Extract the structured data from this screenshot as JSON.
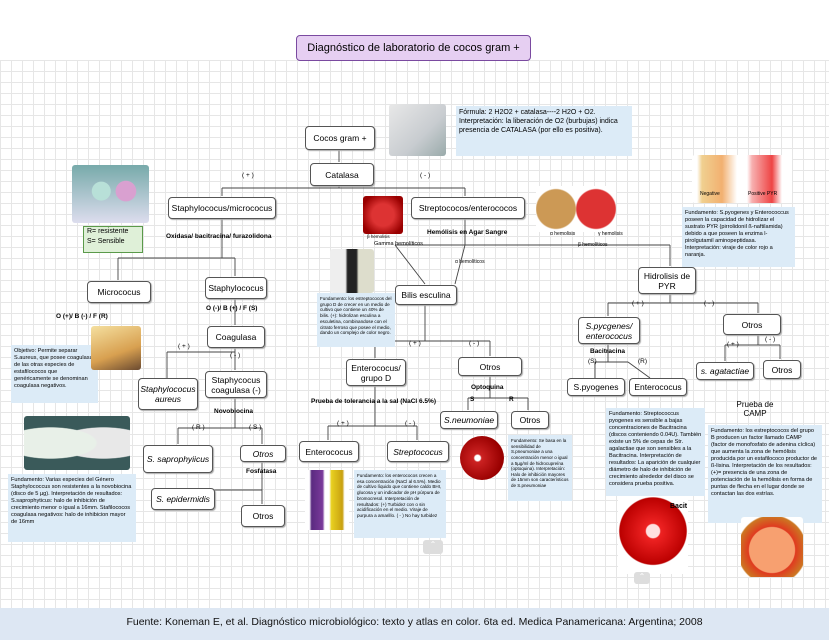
{
  "title": "Diagnóstico de laboratorio de cocos gram +",
  "nodes": {
    "cocos": "Cocos gram +",
    "catalasa": "Catalasa",
    "staph_micro": "Staphylococus/micrococus",
    "strepto_entero": "Streptococos/enterococos",
    "micrococus": "Micrococus",
    "staphylococus": "Staphylococus",
    "coagulasa": "Coagulasa",
    "staph_aureus": "Staphylococus aureus",
    "staph_coag_neg": "Staphycocus coagulasa (-)",
    "s_saprophyticus": "S. saprophyiicus",
    "otros_nov": "Otros",
    "s_epidermidis": "S. epidermidis",
    "otros_fosf": "Otros",
    "bilis_esculina": "Bilis esculina",
    "enterococus_grupo_d": "Enterococus/ grupo D",
    "otros_bilis": "Otros",
    "enterococus": "Enterococus",
    "streptococus": "Streptococus",
    "s_neumoniae": "S.neumoniae",
    "otros_opto": "Otros",
    "hidrolisis_pyr": "Hidrolisis de PYR",
    "s_pyogenes_ent": "S.pycgenes/ enterococus",
    "otros_pyr": "Otros",
    "s_pyogenes": "S.pyogenes",
    "enterococcus_bac": "Enterococus",
    "s_agalactiae": "s. agatactiae",
    "otros_camp": "Otros"
  },
  "labels": {
    "plus1": "( + )",
    "minus1": "( - )",
    "oxidasa": "Oxidasa/ bacitracina/ furazolidona",
    "hemolisis": "Hemólisis en Agar Sangre",
    "gamma": "Gamma hemolíticos",
    "alfa": "α hemolíticos",
    "beta": "β hemolíticos",
    "o_micro": "O (+)/ B (-) / F (R)",
    "o_staph": "O (-)/ B (+) / F (S)",
    "coag_plus": "( + )",
    "coag_minus": "( - )",
    "novobiocina": "Novobiocina",
    "nov_r": "( R )",
    "nov_s": "( S )",
    "fosfatasa": "Fosfatasa",
    "bilis_plus": "( + )",
    "bilis_minus": "( - )",
    "nacl": "Prueba de tolerancia a la sal (NaCl 6.5%)",
    "nacl_plus": "( + )",
    "nacl_minus": "( - )",
    "optoquina": "Optoquina",
    "opto_s": "S",
    "opto_r": "R",
    "pyr_plus": "( + )",
    "pyr_minus": "( - )",
    "bacitracina": "Bacitracina",
    "bac_s": "(S)",
    "bac_r": "(R)",
    "camp_plus": "( + )",
    "camp_minus": "( - )",
    "prueba_camp": "Prueba de CAMP",
    "resistente": "R= resistente",
    "sensible": "S= Sensible",
    "negative": "Negative",
    "positive_pyr": "Positive PYR",
    "alpha_hemolisis": "α hemolisis",
    "gamma_hemolisis": "γ hemolisis",
    "beta_hemolisis": "β hemolisis",
    "bacitr": "Bacit"
  },
  "notes": {
    "formula": "Fórmula: 2 H2O2 + catalasa----2 H2O + O2.",
    "interpretacion": "Interpretación: la liberación de O2 (burbujas) indica presencia de CATALASA (por ello es positiva).",
    "objetivo": "Objetivo: Permite separar S.aureus, que posee coagulasa, de las otras especies de estafilococos que genéricamente se denominan coagulasa negativos.",
    "fundamento_nov": "Fundamento: Varias especies del Género Staphylococcus son resistentes a la novobiocina (disco de 5 µg). Interpretación de resultados: S.saprophyticus: halo de inhibición de crecimiento menor o igual a 16mm. Stafilococos coagulasa negativos: halo de inhibicion mayor de 16mm",
    "fundamento_bilis": "Fundamento: los estreptococos del grupo D de crecer en un medio de cultivo que contiene un 40% de bilis. (+): hidrolizan esculina a esculetina, combinandose con el citrato ferroso que posee el medio, dando un complejo de color negro.",
    "fundamento_nacl": "Fundamento: los enterococos crecen a esa concentración (NaCl al 6.5%). Medio de cultivo líquido que contiene caldo BHI, glucosa y un indicador de pH púrpura de bromocresol. Interpretación de resultados: (+) Turbidez con o sin acidificación en el medio. Viraje de purpura a amarillo. ( - ) No hay turbidez",
    "fundamento_opto": "Fundamento: Se basa en la sensibilidad de S.pneumoniae a una concentración menor o igual a 5µg/ml de hidrocupreína (optoquina). Interpretación: Halo de inhibición mayores de 15mm son característicos de S.pneumoniae",
    "fundamento_pyr": "Fundamento: S.pyogenes y Enterococcus poseen la capacidad de hidrolizar el sustrato PYR (pirrolidonil ß-naftilamida) debido a que poseen la enzima l-pirolgutamil aminopeptidasa. Interpretación: viraje de color rojo a naranja.",
    "fundamento_bac": "Fundamento: Streptococcus pyogenes es sensible a bajas concentraciones de Bacitracina (discos conteniendo 0.04U). También existe un 5% de cepas de Str. agalactiae que son sensibles a la Bacitracina. Interpretación de resultados: La aparición de cualquier diámetro de halo de inhibición de crecimiento alrededor del disco se considera prueba positiva.",
    "fundamento_camp": "Fundamento: los estreptococos del grupo B producen un factor llamado CAMP (factor de monofosfato de adenina cíclica) que aumenta la zona de hemólisis producida por un estafilococo productor de ß-lisina. Interpretación de los resultados: (+)= presencia de una zona de potenciación de la hemólisis en forma de puntas de flecha en el lugar donde se contactan las dos estrías."
  },
  "footer": "Fuente: Koneman E, et al. Diagnóstico microbiológico: texto y atlas en color. 6ta ed. Medica Panamericana: Argentina; 2008",
  "colors": {
    "title_bg": "#e6cff2",
    "note_bg": "#dcebf7",
    "footer_bg": "#dde7f3",
    "legend_bg": "#dff0d8"
  }
}
